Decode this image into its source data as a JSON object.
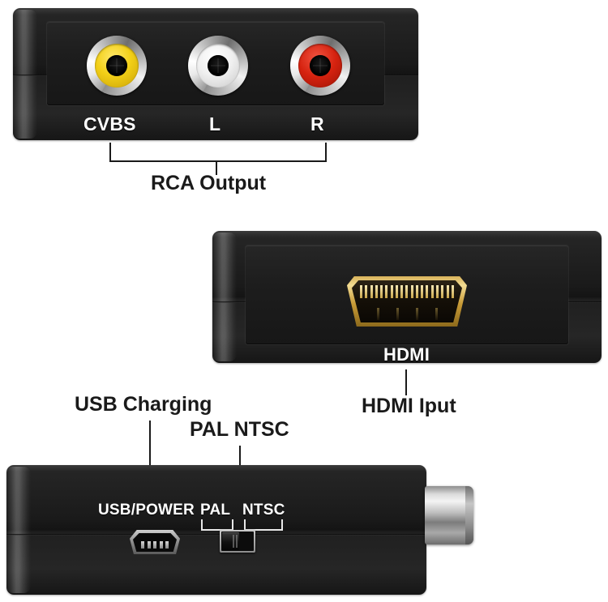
{
  "image": {
    "kind": "product-diagram",
    "subject": "HDMI to RCA AV composite video converter",
    "background_color": "#ffffff"
  },
  "views": [
    {
      "id": "rca-output-view",
      "name": "RCA output face"
    },
    {
      "id": "hdmi-input-view",
      "name": "HDMI input face"
    },
    {
      "id": "side-view",
      "name": "Side face with USB power and PAL/NTSC switch"
    }
  ],
  "rca_view": {
    "jacks": [
      {
        "name": "cvbs-jack",
        "label": "CVBS",
        "ring_color": "#f2cf17",
        "signal": "composite video"
      },
      {
        "name": "left-audio-jack",
        "label": "L",
        "ring_color": "#f0f0f0",
        "signal": "left audio"
      },
      {
        "name": "right-audio-jack",
        "label": "R",
        "ring_color": "#d6220f",
        "signal": "right audio"
      }
    ],
    "callout": "RCA Output"
  },
  "hdmi_view": {
    "port_label": "HDMI",
    "callout": "HDMI Iput",
    "connector_color": "#d8b259"
  },
  "side_view": {
    "silkscreen": {
      "usb_label": "USB/POWER",
      "pal_label": "PAL",
      "ntsc_label": "NTSC"
    },
    "callouts": [
      {
        "name": "usb-charging-callout",
        "text": "USB Charging"
      },
      {
        "name": "pal-ntsc-callout",
        "text": "PAL NTSC"
      }
    ],
    "switch": {
      "name": "pal-ntsc-switch",
      "position": "PAL",
      "options": [
        "PAL",
        "NTSC"
      ]
    },
    "usb_port_type": "mini-USB",
    "usb_pin_count": 5
  },
  "colors": {
    "body": "#1a1a1a",
    "text": "#1a1a1a",
    "silkscreen": "#ffffff",
    "chrome": "#c6c6c6",
    "gold": "#d8b259"
  }
}
